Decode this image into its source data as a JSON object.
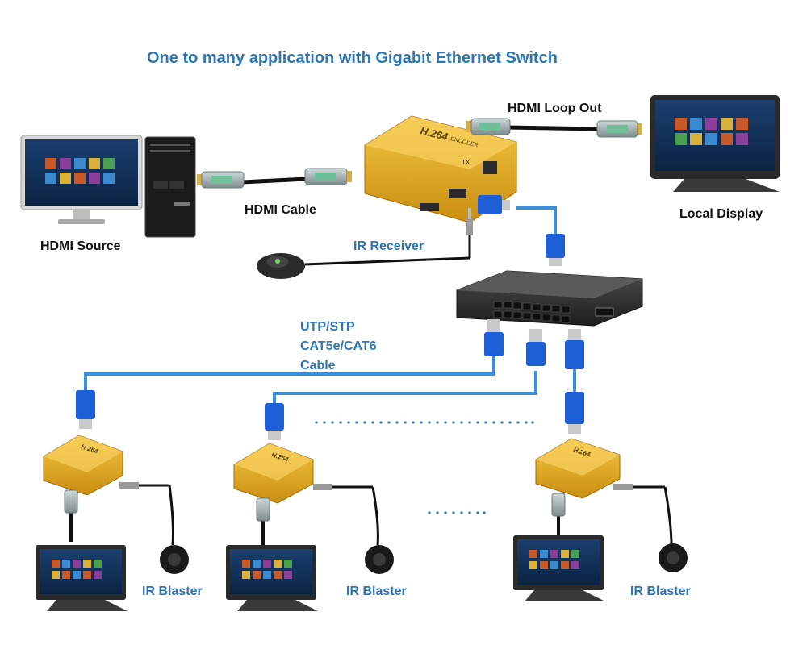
{
  "title": "One to many application with  Gigabit Ethernet Switch",
  "labels": {
    "hdmi_source": "HDMI Source",
    "hdmi_cable": "HDMI Cable",
    "hdmi_loop_out": "HDMI Loop Out",
    "local_display": "Local Display",
    "ir_receiver": "IR Receiver",
    "cable_line1": "UTP/STP",
    "cable_line2": "CAT5e/CAT6",
    "cable_line3": "Cable",
    "ir_blaster_1": "IR Blaster",
    "ir_blaster_2": "IR Blaster",
    "ir_blaster_3": "IR Blaster"
  },
  "device_text": {
    "transmitter_model": "H.264",
    "transmitter_sub": "ENCODER",
    "transmitter_tx": "TX",
    "receiver_model": "H.264"
  },
  "colors": {
    "title": "#2E75B6",
    "network_cable": "#3A8FD8",
    "gold_device": "#E0A520",
    "rj45": "#1E5FD6"
  }
}
